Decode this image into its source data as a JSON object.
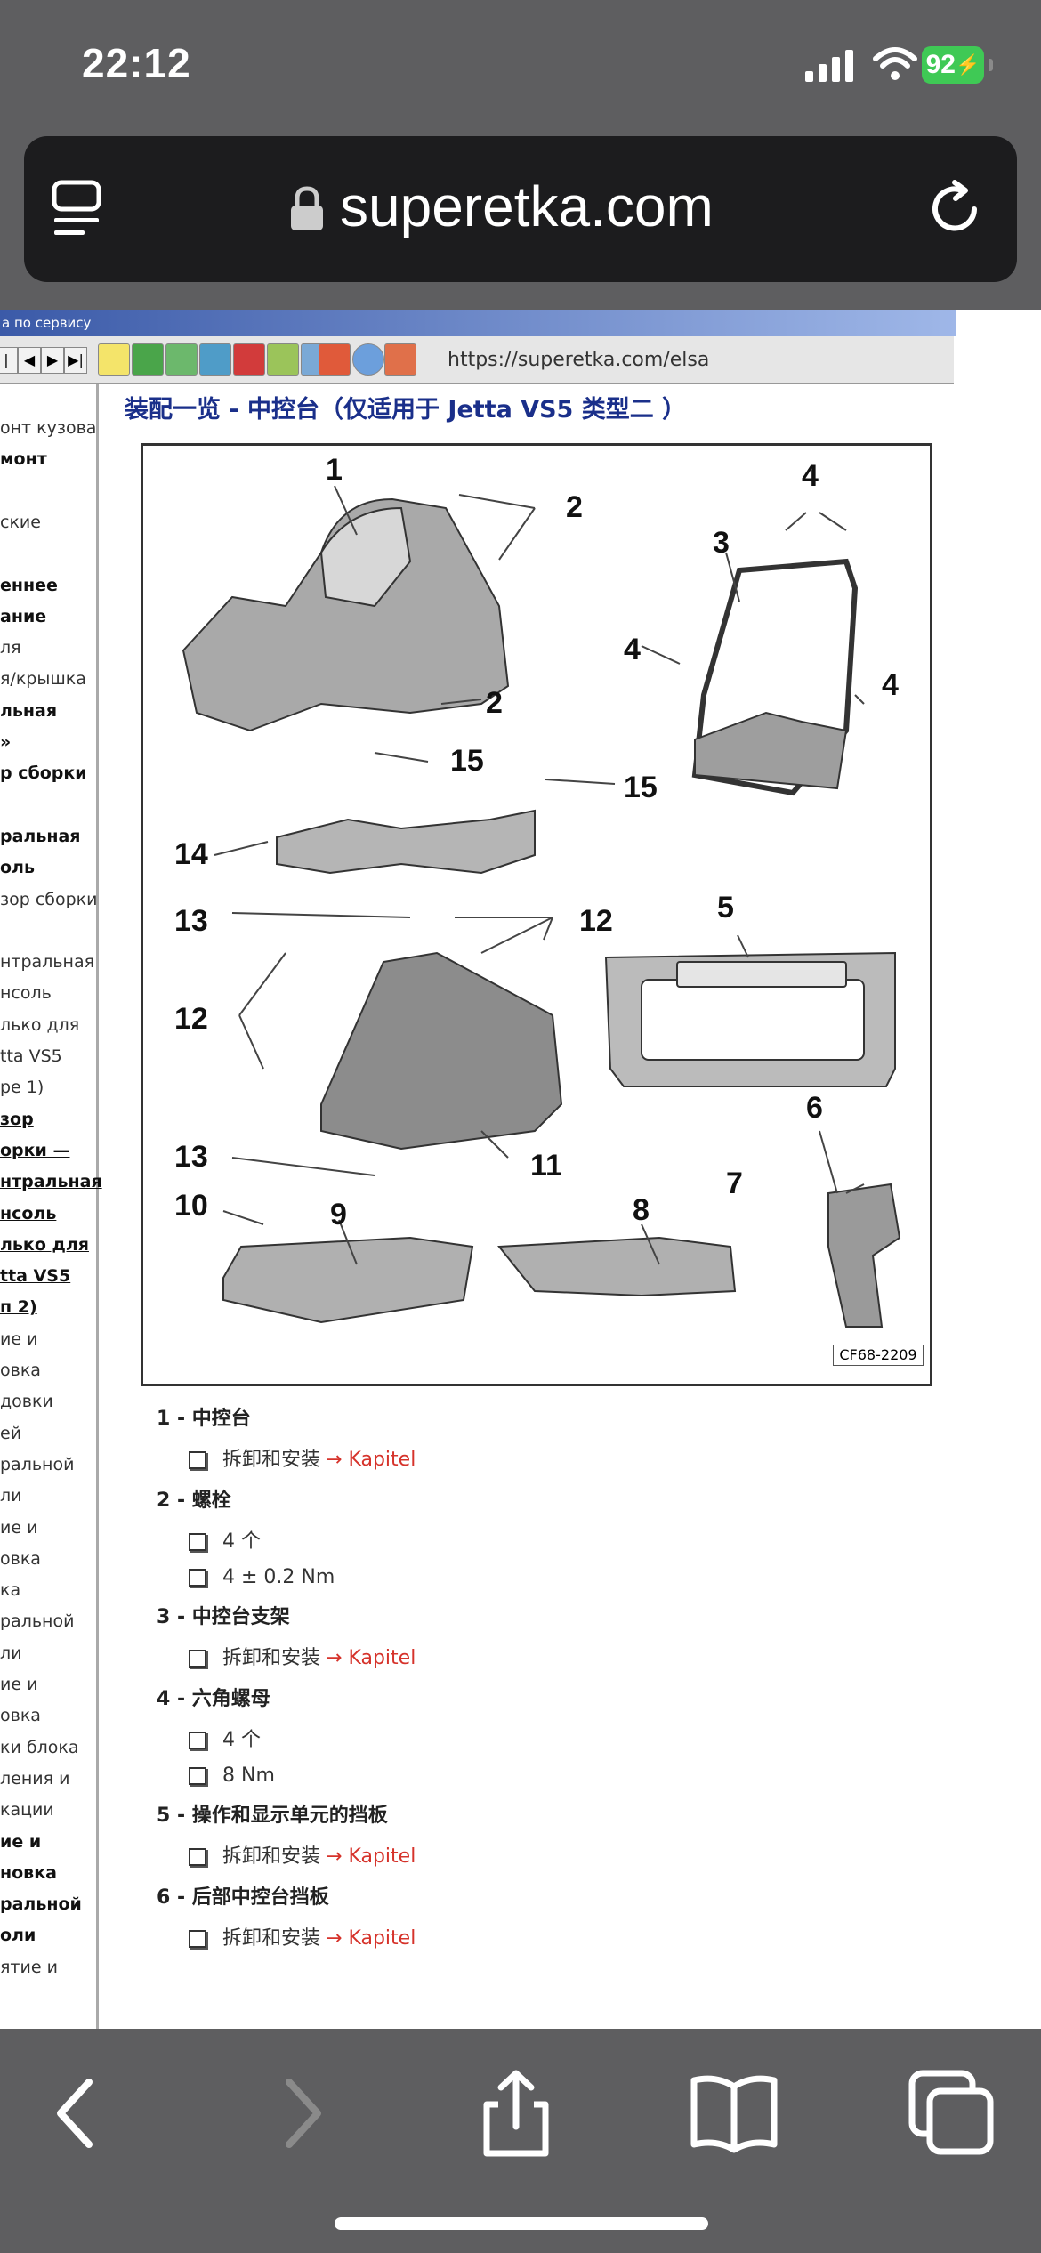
{
  "status": {
    "time": "22:12",
    "battery": "92"
  },
  "url_bar": {
    "domain": "superetka.com"
  },
  "page": {
    "blue_bar_text": "а по сервису",
    "address": "https://superetka.com/elsa",
    "title": "装配一览 - 中控台（仅适用于 Jetta VS5 类型二 ）",
    "figure_code": "CF68-2209"
  },
  "sidebar": [
    {
      "text": "онт кузова",
      "bold": false,
      "u": false
    },
    {
      "text": "монт",
      "bold": true,
      "u": false
    },
    {
      "text": "",
      "bold": false,
      "u": false
    },
    {
      "text": "ские",
      "bold": false,
      "u": false
    },
    {
      "text": "",
      "bold": false,
      "u": false
    },
    {
      "text": "еннее",
      "bold": true,
      "u": false
    },
    {
      "text": "ание",
      "bold": true,
      "u": false
    },
    {
      "text": "ля",
      "bold": false,
      "u": false
    },
    {
      "text": "я/крышка",
      "bold": false,
      "u": false
    },
    {
      "text": "льная",
      "bold": true,
      "u": false
    },
    {
      "text": "»",
      "bold": true,
      "u": false
    },
    {
      "text": "р сборки",
      "bold": true,
      "u": false
    },
    {
      "text": "",
      "bold": false,
      "u": false
    },
    {
      "text": "ральная",
      "bold": true,
      "u": false
    },
    {
      "text": "оль",
      "bold": true,
      "u": false
    },
    {
      "text": "зор сборки",
      "bold": false,
      "u": false
    },
    {
      "text": "",
      "bold": false,
      "u": false
    },
    {
      "text": "нтральная",
      "bold": false,
      "u": false
    },
    {
      "text": "нсоль",
      "bold": false,
      "u": false
    },
    {
      "text": "лько для",
      "bold": false,
      "u": false
    },
    {
      "text": "tta VS5",
      "bold": false,
      "u": false
    },
    {
      "text": "ре 1)",
      "bold": false,
      "u": false
    },
    {
      "text": "зор",
      "bold": true,
      "u": true
    },
    {
      "text": "орки —",
      "bold": true,
      "u": true
    },
    {
      "text": "нтральная",
      "bold": true,
      "u": true
    },
    {
      "text": "нсоль",
      "bold": true,
      "u": true
    },
    {
      "text": "лько для",
      "bold": true,
      "u": true
    },
    {
      "text": "tta VS5",
      "bold": true,
      "u": true
    },
    {
      "text": "п 2)",
      "bold": true,
      "u": true
    },
    {
      "text": "ие и",
      "bold": false,
      "u": false
    },
    {
      "text": "овка",
      "bold": false,
      "u": false
    },
    {
      "text": "довки",
      "bold": false,
      "u": false
    },
    {
      "text": "ей",
      "bold": false,
      "u": false
    },
    {
      "text": "ральной",
      "bold": false,
      "u": false
    },
    {
      "text": "ли",
      "bold": false,
      "u": false
    },
    {
      "text": "ие и",
      "bold": false,
      "u": false
    },
    {
      "text": "овка",
      "bold": false,
      "u": false
    },
    {
      "text": "ка",
      "bold": false,
      "u": false
    },
    {
      "text": "ральной",
      "bold": false,
      "u": false
    },
    {
      "text": "ли",
      "bold": false,
      "u": false
    },
    {
      "text": "ие и",
      "bold": false,
      "u": false
    },
    {
      "text": "овка",
      "bold": false,
      "u": false
    },
    {
      "text": "ки блока",
      "bold": false,
      "u": false
    },
    {
      "text": "ления и",
      "bold": false,
      "u": false
    },
    {
      "text": "кации",
      "bold": false,
      "u": false
    },
    {
      "text": "ие и",
      "bold": true,
      "u": false
    },
    {
      "text": "новка",
      "bold": true,
      "u": false
    },
    {
      "text": "ральной",
      "bold": true,
      "u": false
    },
    {
      "text": "оли",
      "bold": true,
      "u": false
    },
    {
      "text": "ятие и",
      "bold": false,
      "u": false
    }
  ],
  "figure_labels": [
    "1",
    "2",
    "2",
    "3",
    "4",
    "4",
    "4",
    "15",
    "15",
    "14",
    "5",
    "13",
    "12",
    "12",
    "11",
    "13",
    "6",
    "7",
    "10",
    "9",
    "8"
  ],
  "parts": [
    {
      "h": "1 - 中控台",
      "rows": [
        {
          "t": "拆卸和安装",
          "link": "→ Kapitel"
        }
      ]
    },
    {
      "h": "2 - 螺栓",
      "rows": [
        {
          "t": "4 个",
          "link": ""
        },
        {
          "t": "4 ± 0.2 Nm",
          "link": ""
        }
      ]
    },
    {
      "h": "3 - 中控台支架",
      "rows": [
        {
          "t": "拆卸和安装",
          "link": "→ Kapitel"
        }
      ]
    },
    {
      "h": "4 - 六角螺母",
      "rows": [
        {
          "t": "4 个",
          "link": ""
        },
        {
          "t": "8 Nm",
          "link": ""
        }
      ]
    },
    {
      "h": "5 - 操作和显示单元的挡板",
      "rows": [
        {
          "t": "拆卸和安装",
          "link": "→ Kapitel"
        }
      ]
    },
    {
      "h": "6 - 后部中控台挡板",
      "rows": [
        {
          "t": "拆卸和安装",
          "link": "→ Kapitel"
        }
      ]
    }
  ]
}
